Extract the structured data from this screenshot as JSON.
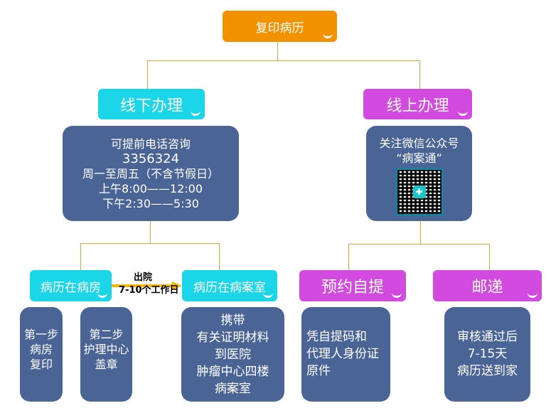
{
  "root": "复印病历",
  "offline": {
    "title": "线下办理",
    "info": [
      "可提前电话咨询",
      "3356324",
      "周一至周五（不含节假日）",
      "上午8:00——12:00",
      "下午2:30——5:30"
    ],
    "ward": "病历在病房",
    "records_room": "病历在病案室",
    "arrow_top": "出院",
    "arrow_bottom": "7-10个工作日",
    "step1": [
      "第一步",
      "病房",
      "复印"
    ],
    "step2": [
      "第二步",
      "护理中心",
      "盖章"
    ],
    "bring": [
      "携带",
      "有关证明材料",
      "到医院",
      "肿瘤中心四楼",
      "病案室"
    ]
  },
  "online": {
    "title": "线上办理",
    "info": [
      "关注微信公众号",
      "“病案通”"
    ],
    "pickup": "预约自提",
    "pickup_detail": [
      "凭自提码和",
      "代理人身份证",
      "原件"
    ],
    "mail": "邮递",
    "mail_detail": [
      "审核通过后",
      "7-15天",
      "病历送到家"
    ]
  }
}
